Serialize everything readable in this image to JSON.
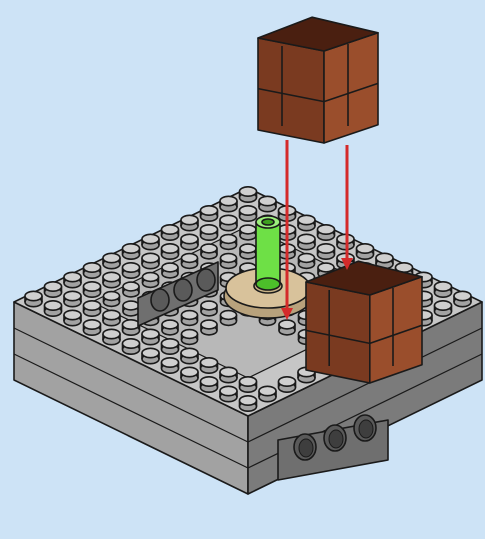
{
  "figure": {
    "kind": "building-instruction-step",
    "background_color": "#cde3f6",
    "colors": {
      "baseplate_top": "#c6c6c6",
      "baseplate_side": "#a2a2a2",
      "baseplate_dark": "#7b7b7b",
      "stud": "#cfcfcf",
      "hole_panel": "#6f6f6f",
      "crate": "#7a3a20",
      "crate_dark": "#4a1f10",
      "crate_light": "#9a4e2c",
      "turntable": "#d8c29b",
      "green_pin": "#6ee046",
      "arrow": "#d42a2a"
    },
    "parts": [
      "light-gray-baseplate",
      "technic-brick-with-holes",
      "tan-turntable",
      "green-bar",
      "reddish-brown-crate",
      "reddish-brown-crate-placed"
    ],
    "arrows": [
      "placement-arrow",
      "placement-arrow"
    ],
    "text": []
  }
}
